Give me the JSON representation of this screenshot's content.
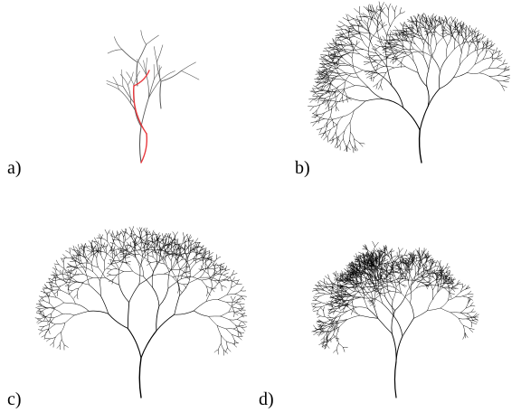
{
  "panels": [
    {
      "label": "a)",
      "depth": 2,
      "highlight_path": true,
      "branch_color": "#555555",
      "path_color": "#e8383d"
    },
    {
      "label": "b)",
      "depth": 7,
      "variant": "lopsided-arc",
      "branch_color": "#000000"
    },
    {
      "label": "c)",
      "depth": 7,
      "variant": "wide-canopy",
      "branch_color": "#000000"
    },
    {
      "label": "d)",
      "depth": 7,
      "variant": "sparse-random",
      "branch_color": "#000000"
    }
  ]
}
